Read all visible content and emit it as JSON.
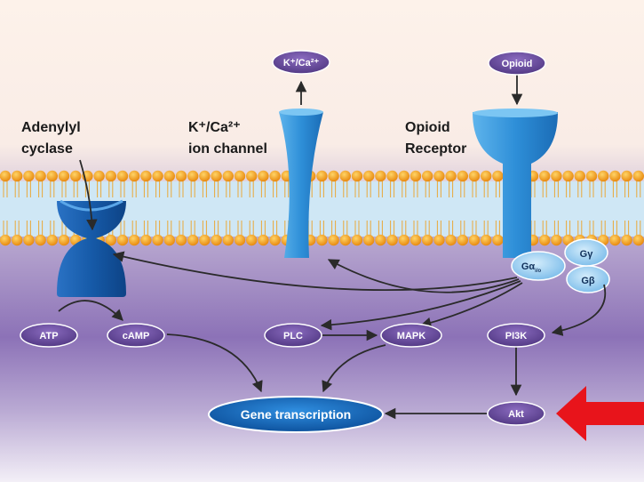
{
  "labels": {
    "adenylyl_line1": "Adenylyl",
    "adenylyl_line2": "cyclase",
    "ion_line1": "K⁺/Ca²⁺",
    "ion_line2": "ion channel",
    "opioid_line1": "Opioid",
    "opioid_line2": "Receptor"
  },
  "nodes": {
    "kca": "K⁺/Ca²⁺",
    "opioid": "Opioid",
    "atp": "ATP",
    "camp": "cAMP",
    "plc": "PLC",
    "mapk": "MAPK",
    "pi3k": "PI3K",
    "akt": "Akt",
    "gene": "Gene transcription"
  },
  "g_protein": {
    "alpha": "Gα",
    "alpha_sub": "i/o",
    "gamma": "Gγ",
    "beta": "Gβ"
  },
  "colors": {
    "membrane_head": "#f4a81c",
    "membrane_core": "#bfe0f3",
    "cytoplasm": "#7f64ad",
    "pill": "#5a3f8c",
    "receptor": "#2e8fd8",
    "highlight_arrow": "#e8141b"
  }
}
